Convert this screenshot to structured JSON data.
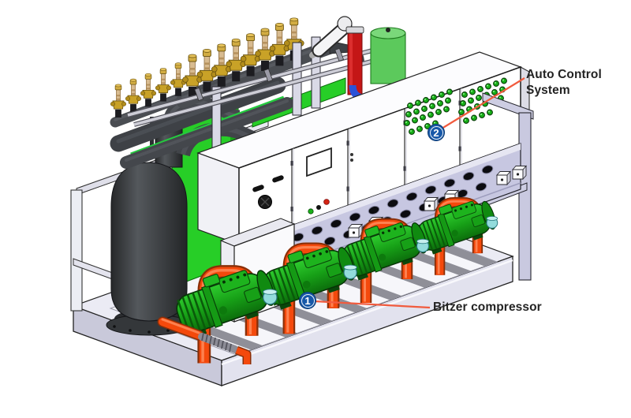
{
  "diagram": {
    "callouts": [
      {
        "id": "1",
        "label": "Bitzer compressor"
      },
      {
        "id": "2",
        "label_line1": "Auto Control",
        "label_line2": "System"
      }
    ]
  },
  "colors": {
    "background": "#ffffff",
    "callout_line": "#f15b3e",
    "badge_fill": "#1758a8",
    "badge_outline": "#0d3a70",
    "badge_text": "#ffffff",
    "label_text": "#232323",
    "compressor_green": "#1db31d",
    "pipe_orange": "#f4490c",
    "frame_lavender": "#c7c7e1",
    "tank_gray": "#3d4043",
    "brass_valve": "#c9a227",
    "led_green": "#17ae17",
    "red_pipe": "#c41616",
    "receiver_green": "#5cc95c",
    "teal_valve": "#93dcdc"
  }
}
